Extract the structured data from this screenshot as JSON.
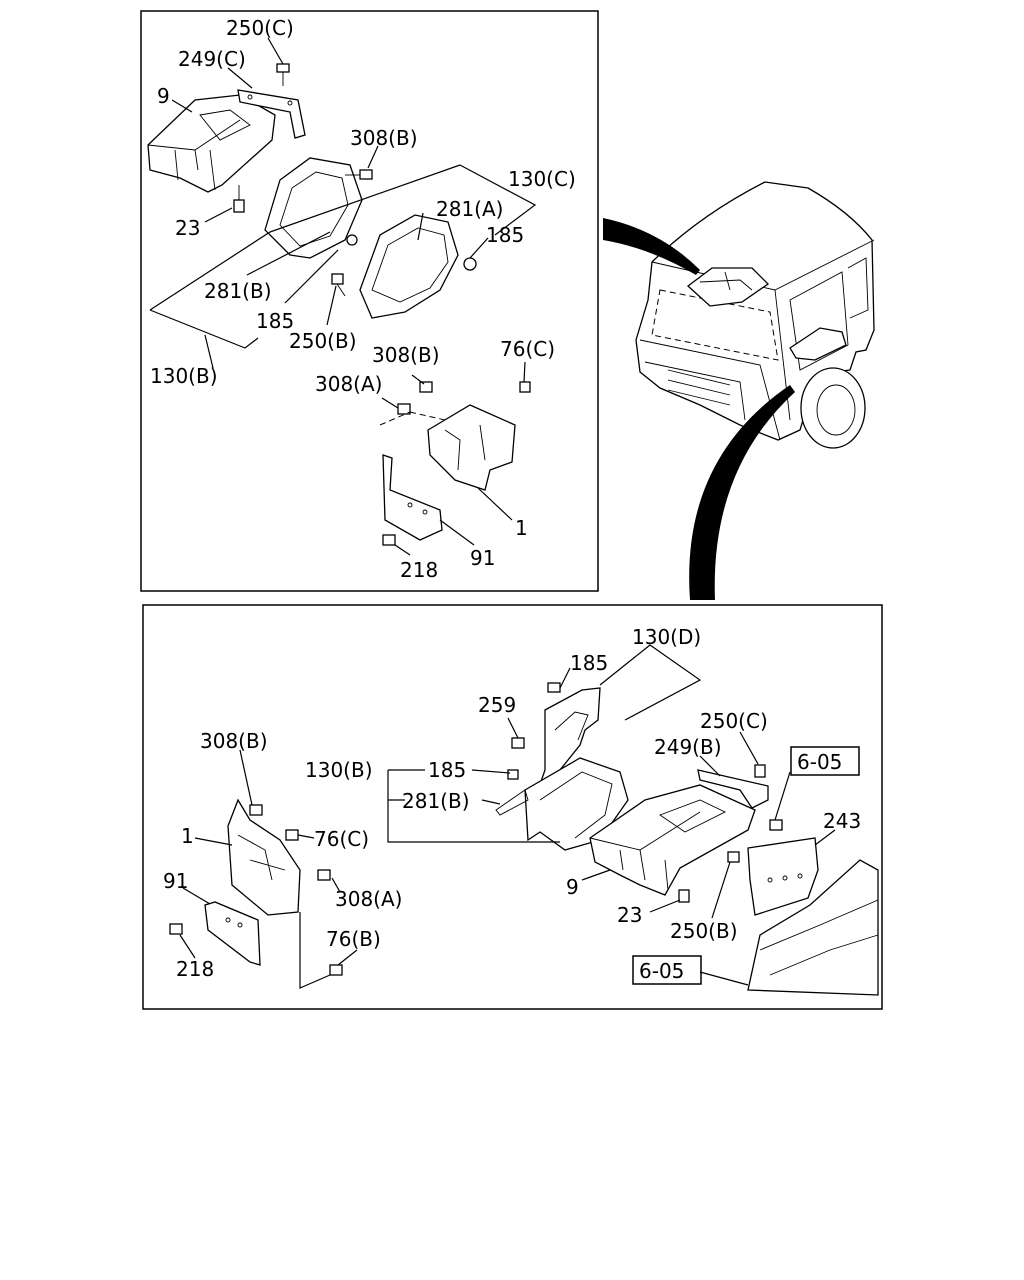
{
  "top_panel": {
    "labels": {
      "l250c": "250(C)",
      "l249c": "249(C)",
      "l9": "9",
      "l308b": "308(B)",
      "l130c": "130(C)",
      "l281a": "281(A)",
      "l185a": "185",
      "l23": "23",
      "l281b": "281(B)",
      "l185b": "185",
      "l250b": "250(B)",
      "l130b": "130(B)",
      "l308b2": "308(B)",
      "l76c": "76(C)",
      "l308a": "308(A)",
      "l1": "1",
      "l91": "91",
      "l218": "218"
    }
  },
  "bottom_panel": {
    "labels": {
      "l130d": "130(D)",
      "l185": "185",
      "l259": "259",
      "l250c": "250(C)",
      "l249b": "249(B)",
      "l308b": "308(B)",
      "l130b": "130(B)",
      "l185b": "185",
      "l281b": "281(B)",
      "l1": "1",
      "l76c": "76(C)",
      "l91": "91",
      "l308a": "308(A)",
      "l9": "9",
      "l243": "243",
      "l23": "23",
      "l250b": "250(B)",
      "l218": "218",
      "l76b": "76(B)",
      "ref1": "6-05",
      "ref2": "6-05"
    }
  }
}
